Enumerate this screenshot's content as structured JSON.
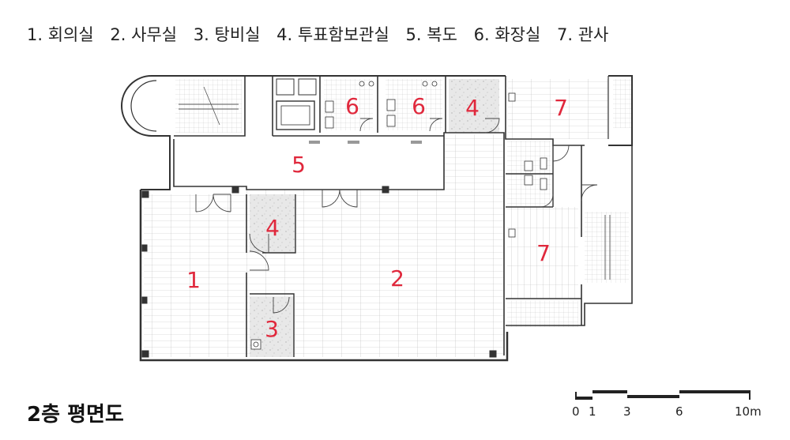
{
  "legend": [
    {
      "num": "1.",
      "name": "회의실"
    },
    {
      "num": "2.",
      "name": "사무실"
    },
    {
      "num": "3.",
      "name": "탕비실"
    },
    {
      "num": "4.",
      "name": "투표함보관실"
    },
    {
      "num": "5.",
      "name": "복도"
    },
    {
      "num": "6.",
      "name": "화장실"
    },
    {
      "num": "7.",
      "name": "관사"
    }
  ],
  "title": "2층 평면도",
  "room_labels": [
    "1",
    "2",
    "3",
    "4",
    "4",
    "5",
    "6",
    "6",
    "7",
    "7"
  ],
  "scale_labels": [
    "0",
    "1",
    "3",
    "6",
    "10m"
  ],
  "colors": {
    "room_label": "#e0283c",
    "wall": "#333333",
    "tile": "#bbbbbb",
    "speckle": "#e6e6e6"
  }
}
